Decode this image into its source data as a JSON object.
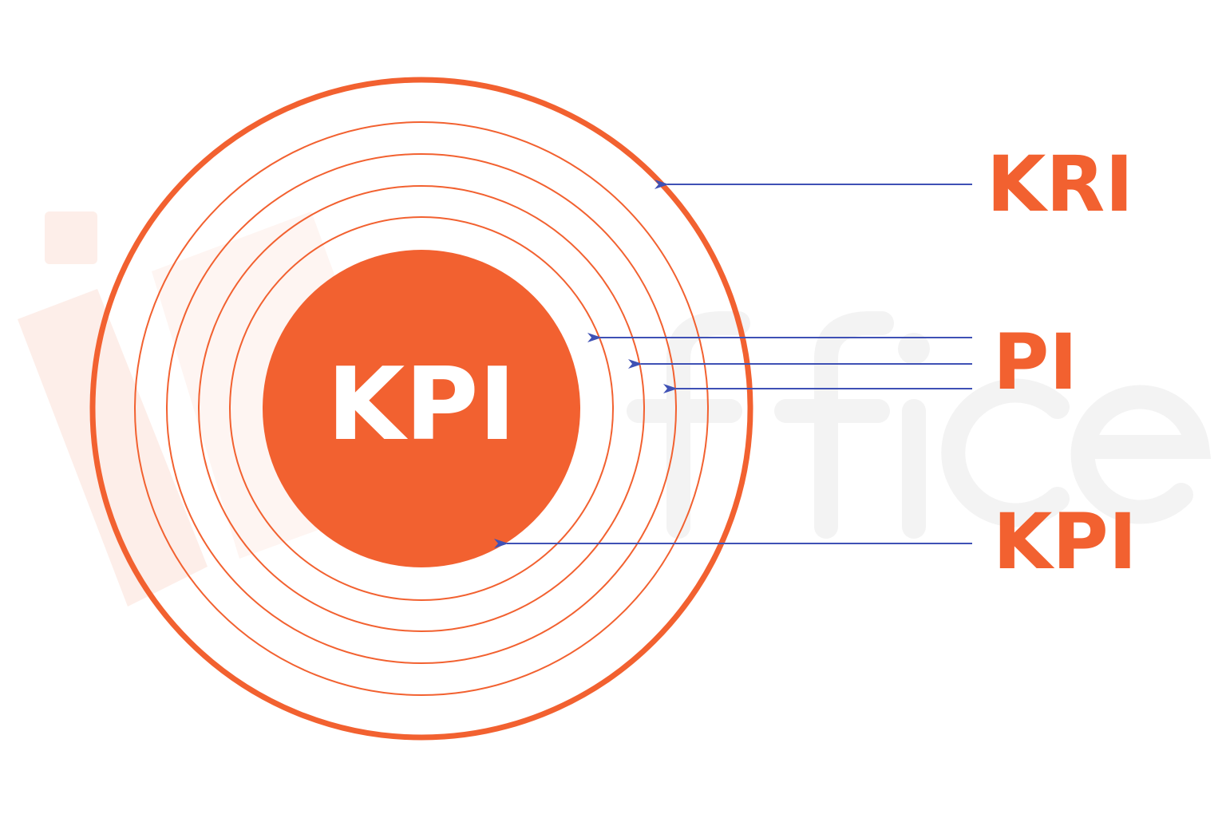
{
  "colors": {
    "accent": "#f26130",
    "arrow": "#3f51b5",
    "watermark": "#f4f4f4",
    "watermark_i": "#fdeee9"
  },
  "watermark": {
    "text": "iOffice"
  },
  "center_label": "KPI",
  "labels": {
    "kri": "KRI",
    "pi": "PI",
    "kpi": "KPI"
  }
}
